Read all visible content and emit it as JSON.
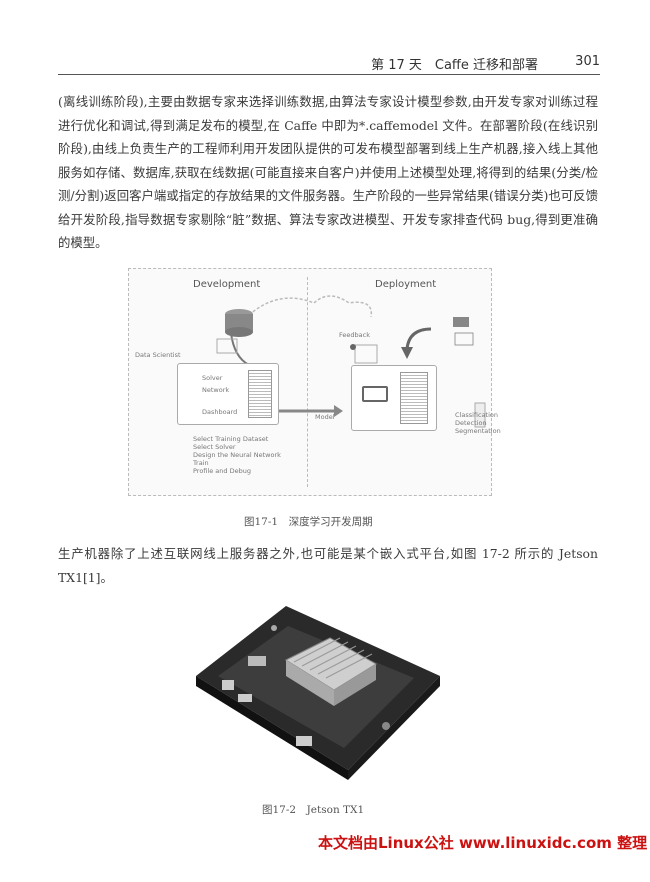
{
  "header": {
    "chapter_title": "第 17 天　Caffe 迁移和部署",
    "page_number": "301"
  },
  "paragraphs": {
    "p1": "(离线训练阶段),主要由数据专家来选择训练数据,由算法专家设计模型参数,由开发专家对训练过程进行优化和调试,得到满足发布的模型,在 Caffe 中即为*.caffemodel 文件。在部署阶段(在线识别阶段),由线上负责生产的工程师利用开发团队提供的可发布模型部署到线上生产机器,接入线上其他服务如存储、数据库,获取在线数据(可能直接来自客户)并使用上述模型处理,将得到的结果(分类/检测/分割)返回客户端或指定的存放结果的文件服务器。生产阶段的一些异常结果(错误分类)也可反馈给开发阶段,指导数据专家剔除“脏”数据、算法专家改进模型、开发专家排查代码 bug,得到更准确的模型。",
    "p2": "生产机器除了上述互联网线上服务器之外,也可能是某个嵌入式平台,如图 17-2 所示的 Jetson TX1[1]。"
  },
  "figure1": {
    "development": "Development",
    "deployment": "Deployment",
    "data_scientist": "Data Scientist",
    "feedback": "Feedback",
    "solver": "Solver",
    "network": "Network",
    "dashboard": "Dashboard",
    "model": "Model",
    "steps": [
      "Select Training Dataset",
      "Select Solver",
      "Design the Neural Network",
      "Train",
      "Profile and Debug"
    ],
    "outputs": [
      "Classification",
      "Detection",
      "Segmentation"
    ],
    "caption": "图17-1　深度学习开发周期"
  },
  "figure2": {
    "caption": "图17-2　Jetson TX1"
  },
  "footer": {
    "text": "本文档由Linux公社 www.linuxidc.com 整理"
  }
}
